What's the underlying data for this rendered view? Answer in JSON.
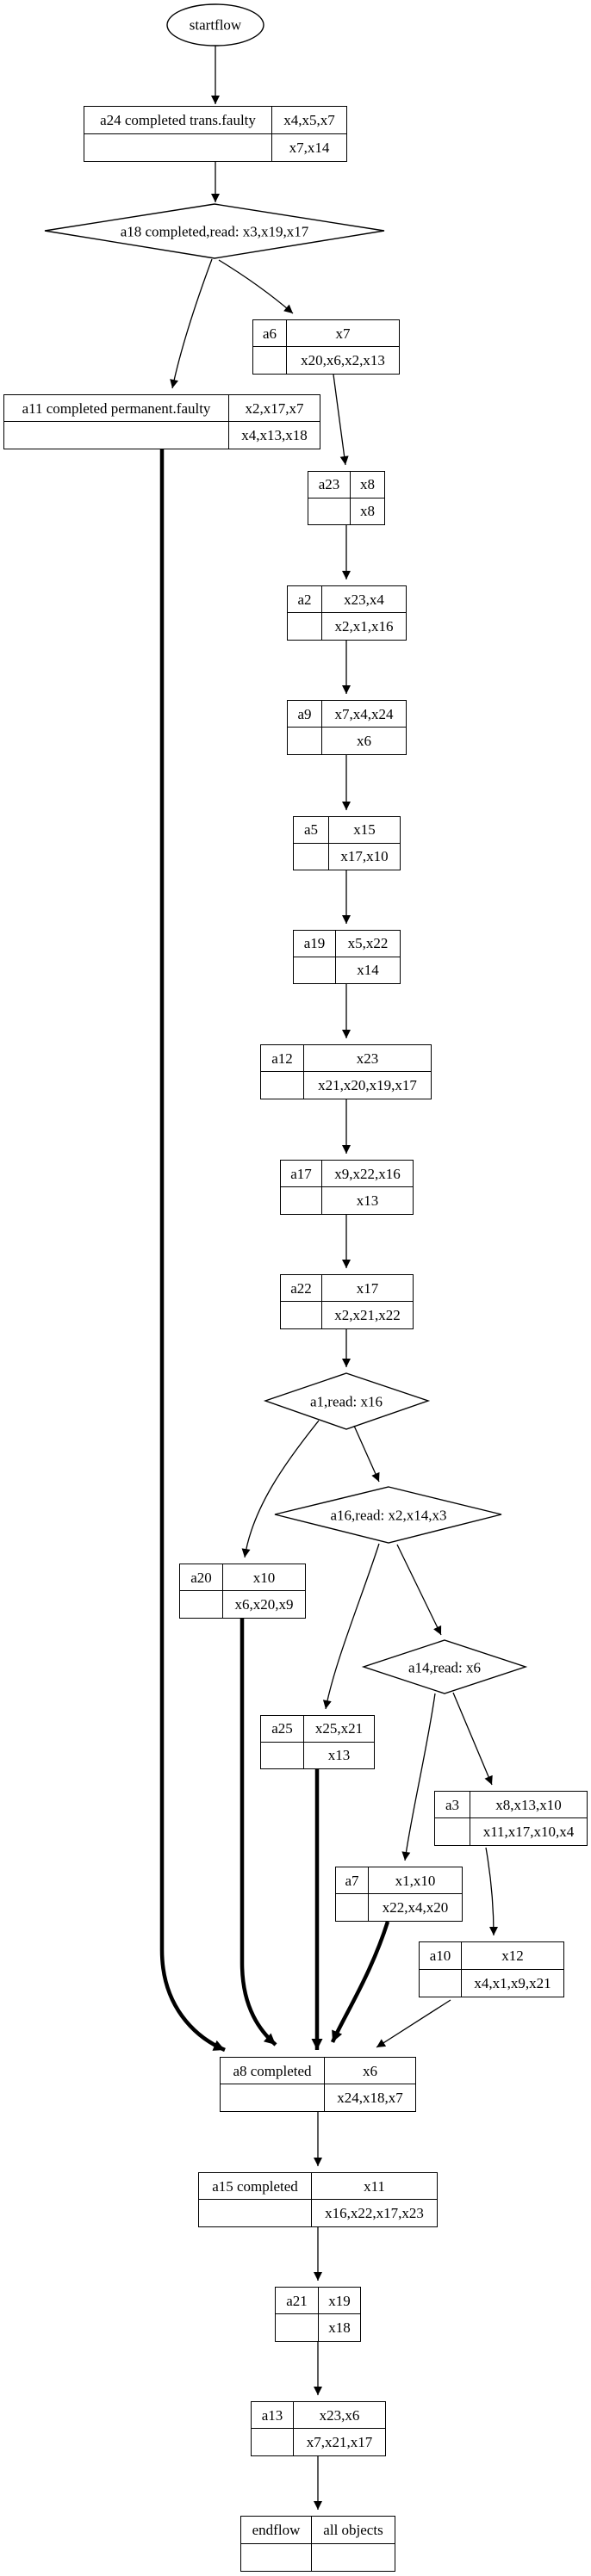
{
  "flow": {
    "start": {
      "label": "startflow"
    },
    "decisions": [
      {
        "id": "a18",
        "label": "a18 completed,read: x3,x19,x17"
      },
      {
        "id": "a1",
        "label": "a1,read: x16"
      },
      {
        "id": "a16",
        "label": "a16,read: x2,x14,x3"
      },
      {
        "id": "a14",
        "label": "a14,read: x6"
      }
    ],
    "nodes": [
      {
        "id": "a24",
        "label": "a24 completed trans.faulty",
        "top_right": "x4,x5,x7",
        "bottom_right": "x7,x14"
      },
      {
        "id": "a11",
        "label": "a11 completed permanent.faulty",
        "top_right": "x2,x17,x7",
        "bottom_right": "x4,x13,x18"
      },
      {
        "id": "a6",
        "label": "a6",
        "top_right": "x7",
        "bottom_right": "x20,x6,x2,x13"
      },
      {
        "id": "a23",
        "label": "a23",
        "top_right": "x8",
        "bottom_right": "x8"
      },
      {
        "id": "a2",
        "label": "a2",
        "top_right": "x23,x4",
        "bottom_right": "x2,x1,x16"
      },
      {
        "id": "a9",
        "label": "a9",
        "top_right": "x7,x4,x24",
        "bottom_right": "x6"
      },
      {
        "id": "a5",
        "label": "a5",
        "top_right": "x15",
        "bottom_right": "x17,x10"
      },
      {
        "id": "a19",
        "label": "a19",
        "top_right": "x5,x22",
        "bottom_right": "x14"
      },
      {
        "id": "a12",
        "label": "a12",
        "top_right": "x23",
        "bottom_right": "x21,x20,x19,x17"
      },
      {
        "id": "a17",
        "label": "a17",
        "top_right": "x9,x22,x16",
        "bottom_right": "x13"
      },
      {
        "id": "a22",
        "label": "a22",
        "top_right": "x17",
        "bottom_right": "x2,x21,x22"
      },
      {
        "id": "a20",
        "label": "a20",
        "top_right": "x10",
        "bottom_right": "x6,x20,x9"
      },
      {
        "id": "a25",
        "label": "a25",
        "top_right": "x25,x21",
        "bottom_right": "x13"
      },
      {
        "id": "a3",
        "label": "a3",
        "top_right": "x8,x13,x10",
        "bottom_right": "x11,x17,x10,x4"
      },
      {
        "id": "a7",
        "label": "a7",
        "top_right": "x1,x10",
        "bottom_right": "x22,x4,x20"
      },
      {
        "id": "a10",
        "label": "a10",
        "top_right": "x12",
        "bottom_right": "x4,x1,x9,x21"
      },
      {
        "id": "a8",
        "label": "a8 completed",
        "top_right": "x6",
        "bottom_right": "x24,x18,x7"
      },
      {
        "id": "a15",
        "label": "a15 completed",
        "top_right": "x11",
        "bottom_right": "x16,x22,x17,x23"
      },
      {
        "id": "a21",
        "label": "a21",
        "top_right": "x19",
        "bottom_right": "x18"
      },
      {
        "id": "a13",
        "label": "a13",
        "top_right": "x23,x6",
        "bottom_right": "x7,x21,x17"
      },
      {
        "id": "endflow",
        "label": "endflow",
        "top_right": "all objects",
        "bottom_right": ""
      }
    ],
    "edges": [
      {
        "from": "startflow",
        "to": "a24",
        "style": "thin"
      },
      {
        "from": "a24",
        "to": "a18",
        "style": "thin"
      },
      {
        "from": "a18",
        "to": "a11",
        "style": "thin"
      },
      {
        "from": "a18",
        "to": "a6",
        "style": "thin"
      },
      {
        "from": "a6",
        "to": "a23",
        "style": "thin"
      },
      {
        "from": "a23",
        "to": "a2",
        "style": "thin"
      },
      {
        "from": "a2",
        "to": "a9",
        "style": "thin"
      },
      {
        "from": "a9",
        "to": "a5",
        "style": "thin"
      },
      {
        "from": "a5",
        "to": "a19",
        "style": "thin"
      },
      {
        "from": "a19",
        "to": "a12",
        "style": "thin"
      },
      {
        "from": "a12",
        "to": "a17",
        "style": "thin"
      },
      {
        "from": "a17",
        "to": "a22",
        "style": "thin"
      },
      {
        "from": "a22",
        "to": "a1",
        "style": "thin"
      },
      {
        "from": "a1",
        "to": "a20",
        "style": "thin"
      },
      {
        "from": "a1",
        "to": "a16",
        "style": "thin"
      },
      {
        "from": "a16",
        "to": "a25",
        "style": "thin"
      },
      {
        "from": "a16",
        "to": "a14",
        "style": "thin"
      },
      {
        "from": "a14",
        "to": "a7",
        "style": "thin"
      },
      {
        "from": "a14",
        "to": "a3",
        "style": "thin"
      },
      {
        "from": "a3",
        "to": "a10",
        "style": "thin"
      },
      {
        "from": "a10",
        "to": "a8",
        "style": "thin"
      },
      {
        "from": "a11",
        "to": "a8",
        "style": "bold"
      },
      {
        "from": "a20",
        "to": "a8",
        "style": "bold"
      },
      {
        "from": "a25",
        "to": "a8",
        "style": "bold"
      },
      {
        "from": "a7",
        "to": "a8",
        "style": "bold"
      },
      {
        "from": "a8",
        "to": "a15",
        "style": "thin"
      },
      {
        "from": "a15",
        "to": "a21",
        "style": "thin"
      },
      {
        "from": "a21",
        "to": "a13",
        "style": "thin"
      },
      {
        "from": "a13",
        "to": "endflow",
        "style": "thin"
      }
    ]
  }
}
